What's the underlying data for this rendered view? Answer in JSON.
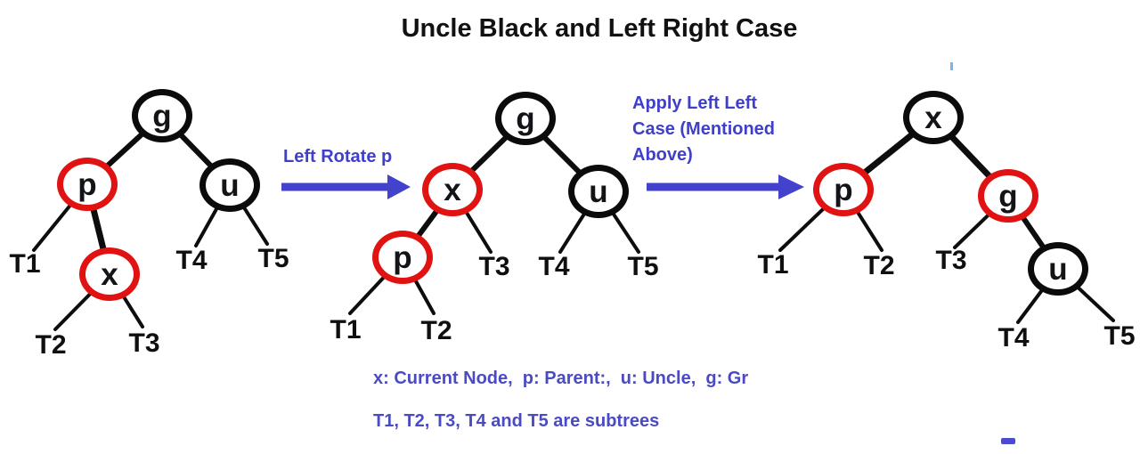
{
  "title": "Uncle Black and Left Right Case",
  "colors": {
    "node_red": "#e01212",
    "node_black": "#0b0b0b",
    "accent_blue": "#3f3fcc"
  },
  "arrows": [
    {
      "label": "Left Rotate p"
    },
    {
      "label": "Apply Left Left\nCase (Mentioned\nAbove)"
    }
  ],
  "legend": {
    "line1": "x: Current Node,  p: Parent:,  u: Uncle,  g: Gr",
    "line2": "T1, T2, T3, T4 and T5 are subtrees"
  },
  "trees": [
    {
      "name": "uncle-black-left-right-initial",
      "nodes": [
        {
          "label": "g",
          "color": "black"
        },
        {
          "label": "p",
          "color": "red"
        },
        {
          "label": "u",
          "color": "black"
        },
        {
          "label": "x",
          "color": "red"
        }
      ],
      "leaves": [
        "T1",
        "T4",
        "T5",
        "T2",
        "T3"
      ]
    },
    {
      "name": "after-left-rotate-p",
      "nodes": [
        {
          "label": "g",
          "color": "black"
        },
        {
          "label": "x",
          "color": "red"
        },
        {
          "label": "u",
          "color": "black"
        },
        {
          "label": "p",
          "color": "red"
        }
      ],
      "leaves": [
        "T1",
        "T2",
        "T3",
        "T4",
        "T5"
      ]
    },
    {
      "name": "after-left-left-case",
      "nodes": [
        {
          "label": "x",
          "color": "black"
        },
        {
          "label": "p",
          "color": "red"
        },
        {
          "label": "g",
          "color": "red"
        },
        {
          "label": "u",
          "color": "black"
        }
      ],
      "leaves": [
        "T1",
        "T2",
        "T3",
        "T4",
        "T5"
      ]
    }
  ]
}
